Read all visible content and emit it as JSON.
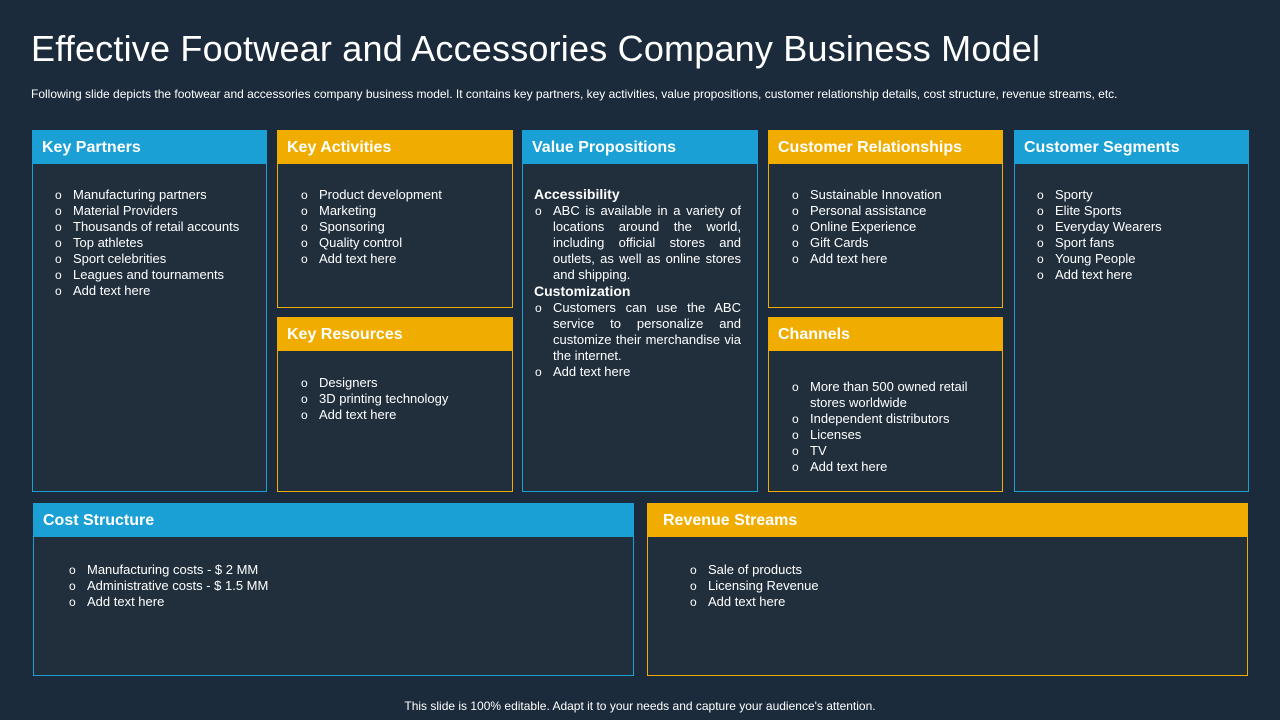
{
  "title": "Effective Footwear and Accessories Company Business Model",
  "subtitle": "Following slide depicts the footwear and accessories company business model. It contains key partners, key activities, value propositions, customer relationship details, cost structure, revenue streams, etc.",
  "bullet_glyph": "o",
  "colors": {
    "background": "#1b2b3b",
    "card_body": "#212f3d",
    "blue": "#1aa0d4",
    "gold": "#f0ad00"
  },
  "key_partners": {
    "title": "Key Partners",
    "items": [
      "Manufacturing partners",
      "Material Providers",
      "Thousands of retail accounts",
      "Top athletes",
      "Sport celebrities",
      "Leagues and tournaments",
      "Add text here"
    ]
  },
  "key_activities": {
    "title": "Key Activities",
    "items": [
      "Product development",
      "Marketing",
      "Sponsoring",
      "Quality control",
      "Add text here"
    ]
  },
  "key_resources": {
    "title": "Key Resources",
    "items": [
      "Designers",
      "3D printing technology",
      "Add text here"
    ]
  },
  "value_propositions": {
    "title": "Value Propositions",
    "accessibility": {
      "heading": "Accessibility",
      "items": [
        "ABC is available in a variety of locations around the world, including official stores and outlets, as well as online stores and shipping."
      ]
    },
    "customization": {
      "heading": "Customization",
      "items": [
        "Customers can use the ABC service to personalize and customize their merchandise via the internet.",
        "Add text here"
      ]
    }
  },
  "customer_relationships": {
    "title": "Customer Relationships",
    "items": [
      "Sustainable Innovation",
      "Personal assistance",
      "Online Experience",
      "Gift Cards",
      "Add text here"
    ]
  },
  "channels": {
    "title": "Channels",
    "items": [
      "More than 500 owned retail stores worldwide",
      "Independent distributors",
      "Licenses",
      "TV",
      "Add text here"
    ]
  },
  "customer_segments": {
    "title": "Customer Segments",
    "items": [
      "Sporty",
      "Elite Sports",
      "Everyday Wearers",
      "Sport fans",
      "Young People",
      "Add text here"
    ]
  },
  "cost_structure": {
    "title": "Cost Structure",
    "items": [
      "Manufacturing costs - $ 2 MM",
      "Administrative costs - $ 1.5 MM",
      "Add text here"
    ]
  },
  "revenue_streams": {
    "title": "Revenue Streams",
    "items": [
      "Sale of products",
      "Licensing Revenue",
      "Add text here"
    ]
  },
  "footer": "This slide is 100% editable. Adapt it to your needs and capture your audience's attention."
}
